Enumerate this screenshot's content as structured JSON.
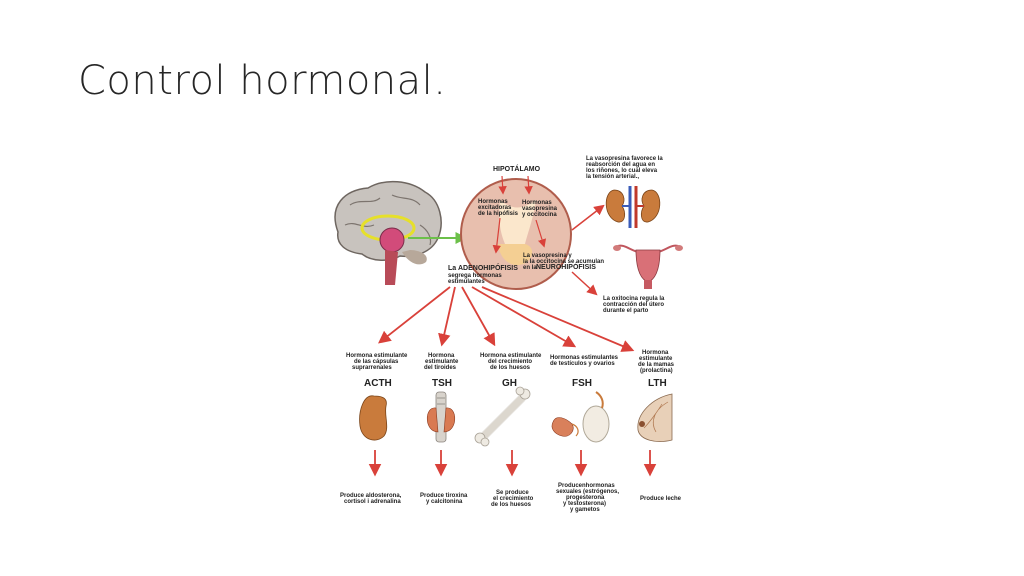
{
  "slide": {
    "title": "Control hormonal."
  },
  "diagram": {
    "hypothalamus": {
      "title": "HIPOTÁLAMO",
      "left_note": [
        "Hormonas",
        "excitadoras",
        "de la hipófisis"
      ],
      "right_note": [
        "Hormonas",
        "vasopresina",
        "y occitocina"
      ],
      "bottom_note": [
        "La vasopresina y",
        "la la occitocina se acumulan",
        "en la"
      ],
      "neuro_label": "NEUROHIPÓFISIS"
    },
    "adeno": {
      "prefix": "La",
      "name": "ADENOHIPÓFISIS",
      "lines": [
        "segrega hormonas",
        "estimulantes"
      ]
    },
    "kidney_note": [
      "La vasopresina favorece la",
      "reabsorción del agua en",
      "los riñones, lo cual eleva",
      "la tensión arterial.,"
    ],
    "uterus_note": [
      "La oxitocina regula la",
      "contracción  del útero",
      "durante el parto"
    ],
    "hormones": [
      {
        "desc": [
          "Hormona estimulante",
          "de las cápsulas",
          "suprarrenales"
        ],
        "abbr": "ACTH",
        "effect": [
          "Produce aldosterona,",
          "cortisol i adrenalina"
        ],
        "icon": "adrenal-gland-icon"
      },
      {
        "desc": [
          "Hormona",
          "estimulante",
          "del tiroides"
        ],
        "abbr": "TSH",
        "effect": [
          "Produce tiroxina",
          "y calcitonina"
        ],
        "icon": "thyroid-icon"
      },
      {
        "desc": [
          "Hormona estimulante",
          "del crecimiento",
          "de los huesos"
        ],
        "abbr": "GH",
        "effect": [
          "Se produce",
          "el crecimiento",
          "de los huesos"
        ],
        "icon": "bone-icon"
      },
      {
        "desc": [
          "Hormonas estimulantes",
          "de testículos y ovarios"
        ],
        "abbr": "FSH",
        "effect": [
          "Producenhormonas",
          "sexuales (estrógenos,",
          "progesterona",
          "y testosterona)",
          "y gametos"
        ],
        "icon": "gonads-icon"
      },
      {
        "desc": [
          "Hormona",
          "estimulante",
          "de la mamas",
          "(prolactina)"
        ],
        "abbr": "LTH",
        "effect": [
          "Produce leche"
        ],
        "icon": "breast-icon"
      }
    ],
    "colors": {
      "arrow": "#d9413a",
      "green_arrow": "#6cc04a",
      "circle": "#e8bfae",
      "gland": "#c97b3c"
    }
  }
}
